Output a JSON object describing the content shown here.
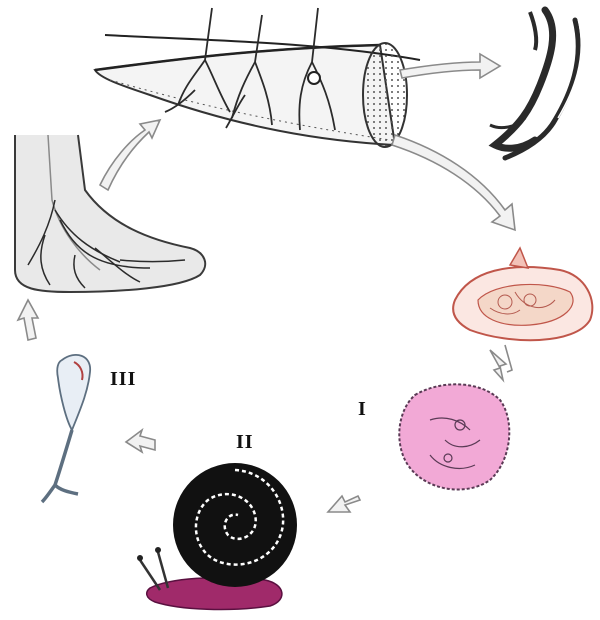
{
  "stages": {
    "one": "I",
    "two": "II",
    "three": "III"
  },
  "colors": {
    "outline": "#3a3a3a",
    "arrow_fill": "#f2f2f2",
    "arrow_stroke": "#8a8a8a",
    "skin": "#e9e9e9",
    "vessel": "#2b2b2b",
    "snail_shell": "#111111",
    "snail_body": "#a02a6a",
    "egg_pink": "#f2a9d6",
    "egg_outline": "#5a3a55",
    "miracidium_fill": "#f4d7c8",
    "miracidium_outline": "#c0564a",
    "cercaria_fill": "#e8eef5",
    "worm_dark": "#2a2a2a"
  },
  "icons": {
    "cycle_arrows": "curved-arrow-icon",
    "adult_worms": "paired-worms-icon",
    "egg": "spiny-egg-icon",
    "larva": "ciliated-larva-icon",
    "snail": "snail-host-icon",
    "cercaria": "forked-tail-larva-icon",
    "foot": "human-foot-icon",
    "intestine": "blood-vessel-segment-icon"
  }
}
